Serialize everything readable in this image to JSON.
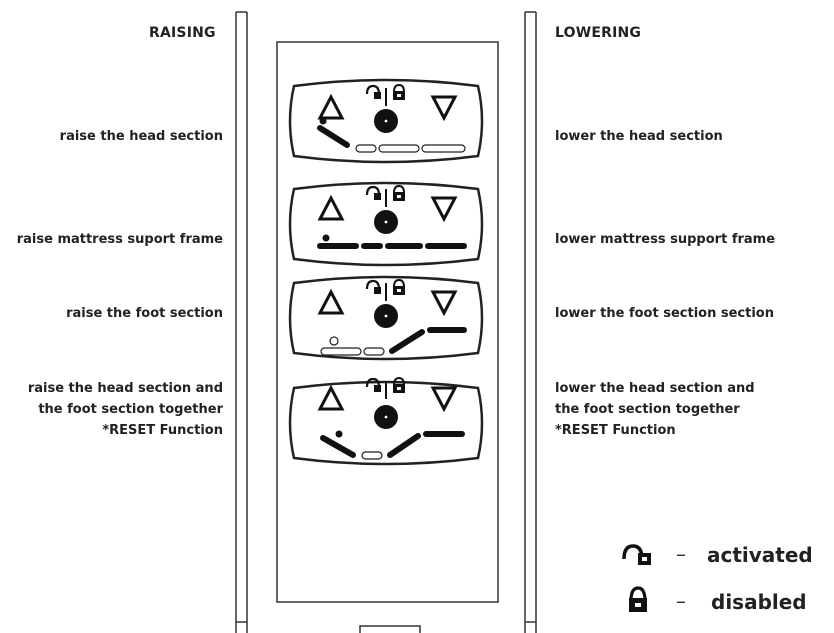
{
  "headers": {
    "left": "RAISING",
    "right": "LOWERING"
  },
  "raising": [
    [
      "raise the head section"
    ],
    [
      "raise mattress suport frame"
    ],
    [
      "raise the foot section"
    ],
    [
      "raise the head section and",
      "the foot section together",
      "*RESET Function"
    ]
  ],
  "lowering": [
    [
      "lower the head section"
    ],
    [
      "lower mattress support frame"
    ],
    [
      "lower the foot section section"
    ],
    [
      "lower the head section and",
      "the foot section together",
      "*RESET Function"
    ]
  ],
  "legend": {
    "activated_icon": "unlocked-padlock-icon",
    "activated_label": "activated",
    "disabled_icon": "locked-padlock-icon",
    "disabled_label": "disabled",
    "separator": "–"
  },
  "buttons": [
    {
      "function": "head-section",
      "icon_up": "triangle-up-icon",
      "icon_down": "triangle-down-icon"
    },
    {
      "function": "mattress-frame",
      "icon_up": "triangle-up-icon",
      "icon_down": "triangle-down-icon"
    },
    {
      "function": "foot-section",
      "icon_up": "triangle-up-icon",
      "icon_down": "triangle-down-icon"
    },
    {
      "function": "head-and-foot-reset",
      "icon_up": "triangle-up-icon",
      "icon_down": "triangle-down-icon"
    }
  ]
}
